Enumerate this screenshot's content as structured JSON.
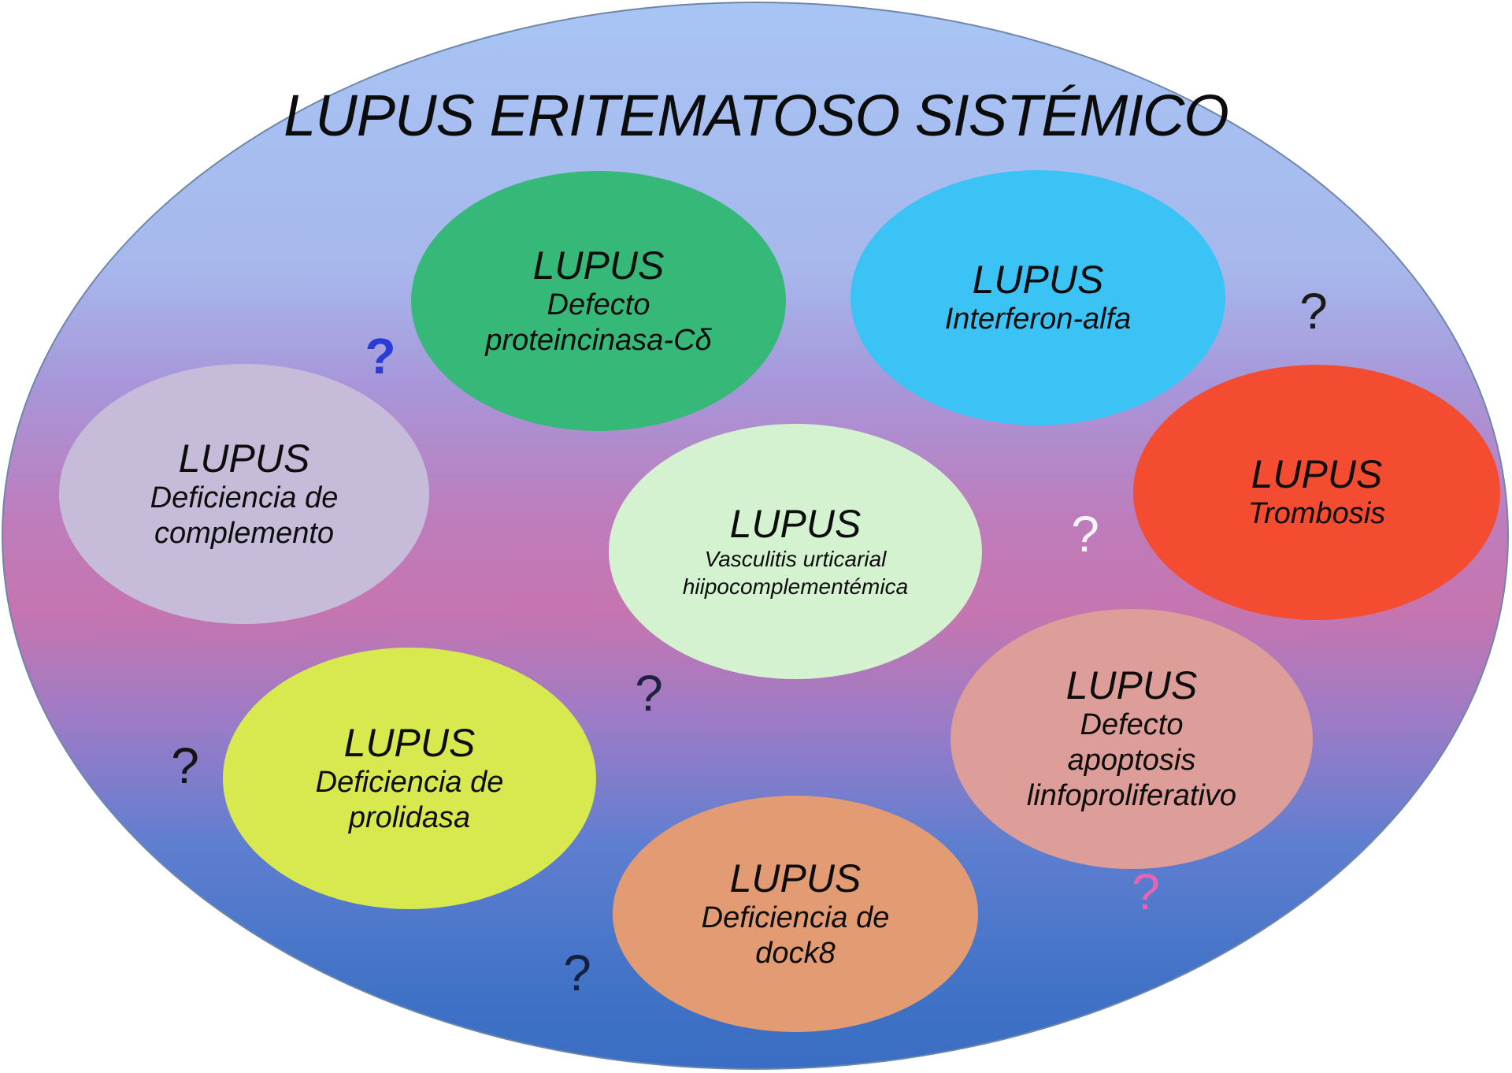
{
  "diagram": {
    "title": "LUPUS ERITEMATOSO SISTÉMICO",
    "colors": {
      "page_background": "#ffffff",
      "outer_border": "#6f87a6",
      "outer_gradient_top": "#a7c5f4",
      "outer_gradient_pink_band": "#c675af",
      "outer_gradient_bottom": "#3a6ec3",
      "text": "#0d0d0d"
    },
    "nodes": [
      {
        "id": "defecto-proteincinasa",
        "title": "LUPUS",
        "lines": [
          "Defecto",
          "proteincinasa-Cδ"
        ],
        "color": "#35b878"
      },
      {
        "id": "interferon-alfa",
        "title": "LUPUS",
        "lines": [
          "Interferon-alfa"
        ],
        "color": "#3cc3f5"
      },
      {
        "id": "deficiencia-complemento",
        "title": "LUPUS",
        "lines": [
          "Deficiencia de",
          "complemento"
        ],
        "color": "#c6bcd9"
      },
      {
        "id": "vasculitis-urticarial",
        "title": "LUPUS",
        "lines": [
          "Vasculitis urticarial",
          "hiipocomplementémica"
        ],
        "color": "#d4f2d0"
      },
      {
        "id": "trombosis",
        "title": "LUPUS",
        "lines": [
          "Trombosis"
        ],
        "color": "#f34c30"
      },
      {
        "id": "deficiencia-prolidasa",
        "title": "LUPUS",
        "lines": [
          "Deficiencia de",
          "prolidasa"
        ],
        "color": "#d8e84f"
      },
      {
        "id": "deficiencia-dock8",
        "title": "LUPUS",
        "lines": [
          "Deficiencia de",
          "dock8"
        ],
        "color": "#e29b72"
      },
      {
        "id": "defecto-apoptosis",
        "title": "LUPUS",
        "lines": [
          "Defecto",
          "apoptosis",
          "linfoproliferativo"
        ],
        "color": "#dd9e99"
      }
    ],
    "question_marks": [
      {
        "glyph": "?",
        "color": "#2a3cd8"
      },
      {
        "glyph": "?",
        "color": "#1a1a1a"
      },
      {
        "glyph": "?",
        "color": "#f5f5f8"
      },
      {
        "glyph": "?",
        "color": "#1c2240"
      },
      {
        "glyph": "?",
        "color": "#141414"
      },
      {
        "glyph": "?",
        "color": "#e763b4"
      },
      {
        "glyph": "?",
        "color": "#15203e"
      }
    ]
  }
}
